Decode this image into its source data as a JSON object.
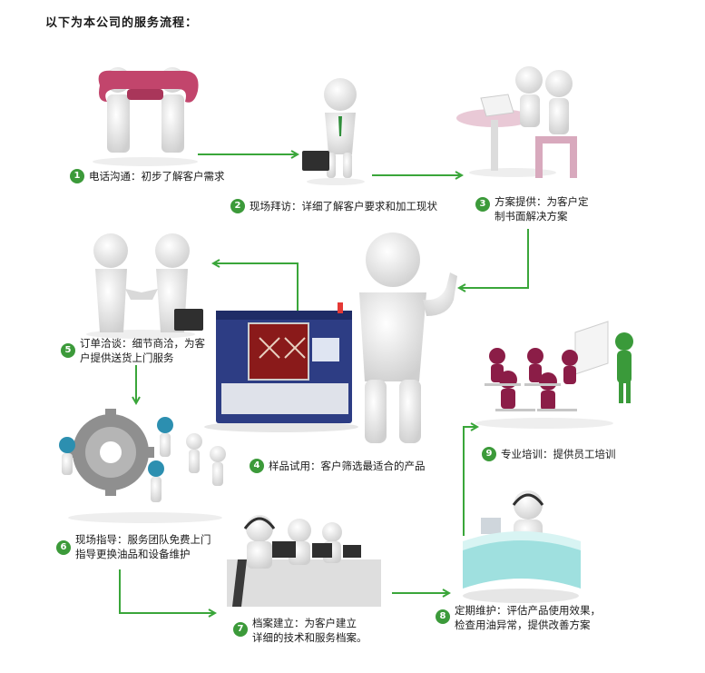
{
  "title": "以下为本公司的服务流程：",
  "colors": {
    "accent": "#3c9a3a",
    "arrow": "#3aa63a",
    "figure": "#d6d6d6",
    "machine": "#2d3d84",
    "trainee": "#8b1d47"
  },
  "steps": [
    {
      "num": "1",
      "lines": [
        "电话沟通：初步了解客户需求"
      ]
    },
    {
      "num": "2",
      "lines": [
        "现场拜访：详细了解客户要求和加工现状"
      ]
    },
    {
      "num": "3",
      "lines": [
        "方案提供：为客户定",
        "制书面解决方案"
      ]
    },
    {
      "num": "4",
      "lines": [
        "样品试用：客户筛选最适合的产品"
      ]
    },
    {
      "num": "5",
      "lines": [
        "订单洽谈：细节商洽，为客",
        "户提供送货上门服务"
      ]
    },
    {
      "num": "6",
      "lines": [
        "现场指导：服务团队免费上门",
        "指导更换油品和设备维护"
      ]
    },
    {
      "num": "7",
      "lines": [
        "档案建立：为客户建立",
        "详细的技术和服务档案。"
      ]
    },
    {
      "num": "8",
      "lines": [
        "定期维护：评估产品使用效果，",
        "检查用油异常，提供改善方案"
      ]
    },
    {
      "num": "9",
      "lines": [
        "专业培训：提供员工培训"
      ]
    }
  ]
}
